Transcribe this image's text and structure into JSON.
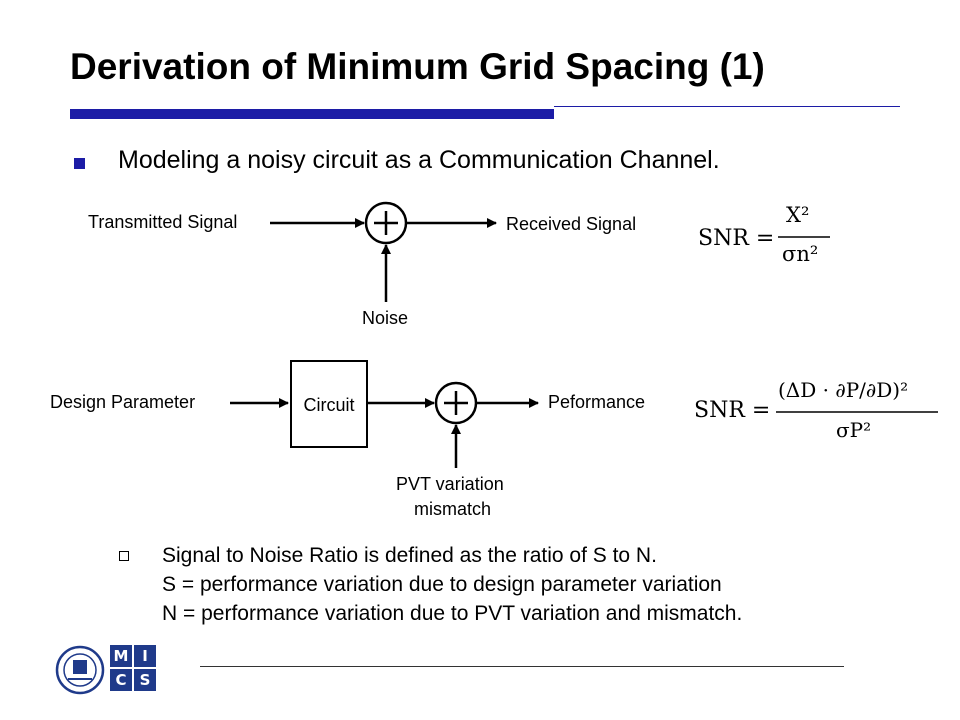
{
  "slide": {
    "title": "Derivation of Minimum Grid Spacing (1)",
    "bullet": "Modeling a noisy circuit as a Communication Channel."
  },
  "diagram1": {
    "input_label": "Transmitted Signal",
    "output_label": "Received Signal",
    "noise_label": "Noise"
  },
  "diagram2": {
    "input_label": "Design Parameter",
    "block_label": "Circuit",
    "output_label": "Peformance",
    "noise_label_line1": "PVT variation",
    "noise_label_line2": "mismatch"
  },
  "formula1": {
    "lhs": "SNR =",
    "numerator": "X²",
    "denominator": "σn²"
  },
  "formula2": {
    "lhs": "SNR =",
    "numerator": "(ΔD · ∂P/∂D)²",
    "denominator": "σP²"
  },
  "notes": {
    "line1": "Signal to Noise Ratio is defined as the ratio of S to N.",
    "line2": "S = performance variation due to design parameter variation",
    "line3": "N = performance variation due to PVT variation and mismatch."
  },
  "logo": {
    "letters": [
      "M",
      "I",
      "C",
      "S"
    ]
  },
  "colors": {
    "accent": "#1c1ca6",
    "logo": "#1f3a8a"
  }
}
